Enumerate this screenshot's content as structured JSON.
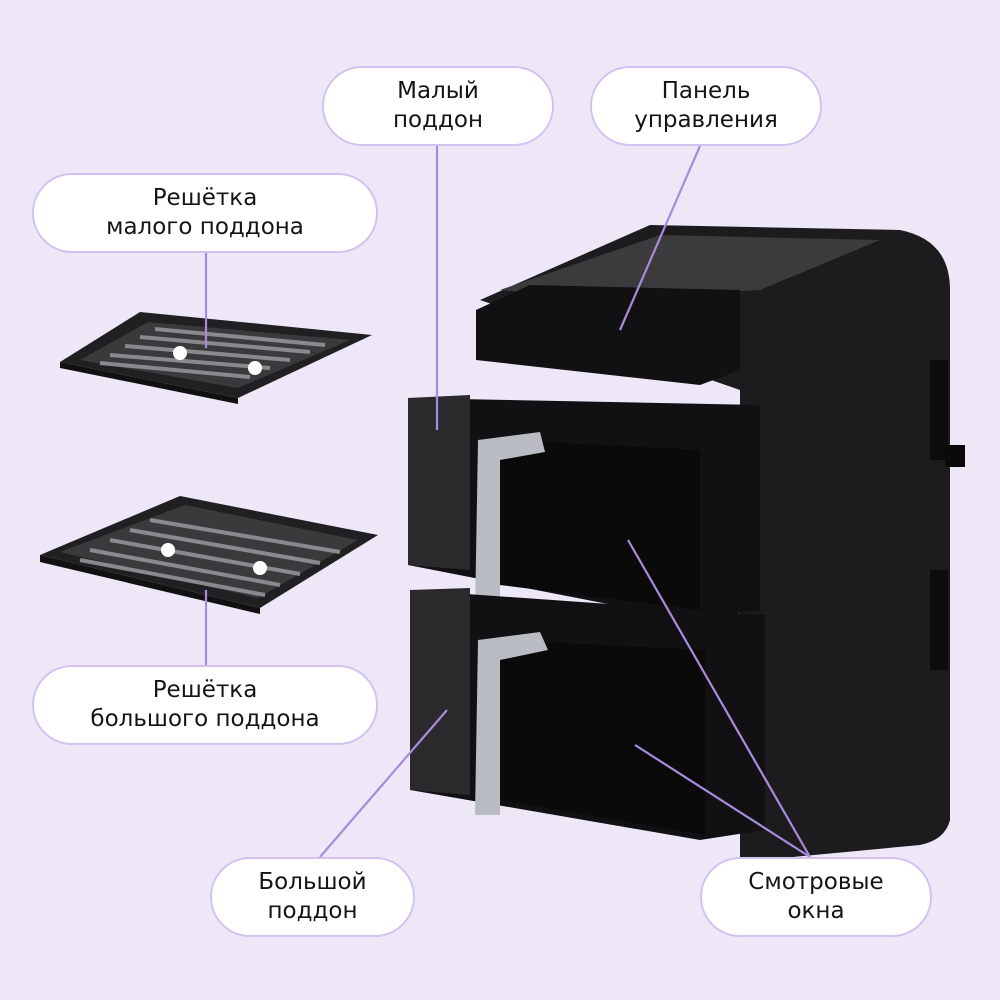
{
  "labels": {
    "small_tray": [
      "Малый",
      "поддон"
    ],
    "control_panel": [
      "Панель",
      "управления"
    ],
    "small_rack": [
      "Решётка",
      "малого поддона"
    ],
    "large_rack": [
      "Решётка",
      "большого поддона"
    ],
    "large_tray": [
      "Большой",
      "поддон"
    ],
    "windows": [
      "Смотровые",
      "окна"
    ]
  },
  "colors": {
    "background": "#ede7f8",
    "label_border": "#d2c2f0",
    "line": "#a98bdc",
    "body": "#1c1c1e",
    "handle": "#b9bcc2"
  }
}
